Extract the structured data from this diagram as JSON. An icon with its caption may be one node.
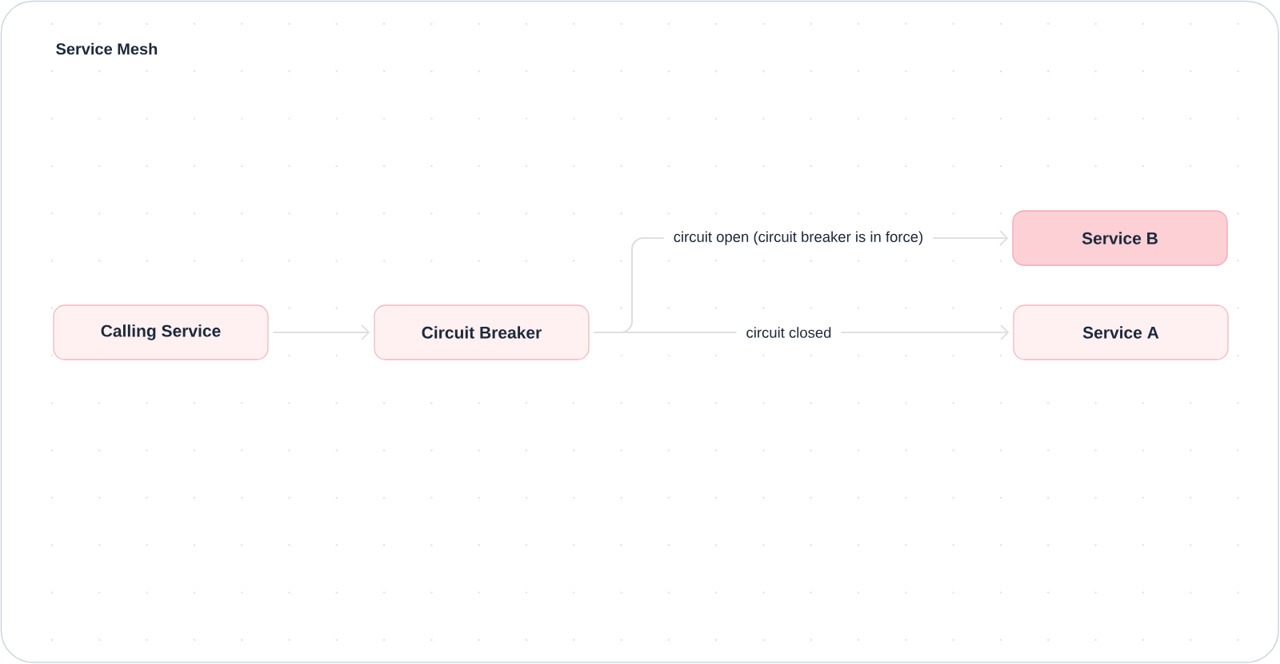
{
  "diagram": {
    "title": "Service Mesh",
    "nodes": [
      {
        "text": [
          "Calling Service"
        ]
      },
      {
        "text": [
          "Circuit Breaker"
        ]
      },
      {
        "text": [
          "Service A"
        ]
      },
      {
        "text": [
          "Service B"
        ]
      }
    ],
    "edges": [
      {
        "from": 0,
        "to": 1,
        "arrow": "to"
      },
      {
        "from": 1,
        "to": 2,
        "arrow": "to",
        "label": "circuit closed"
      },
      {
        "from": 1,
        "to": 3,
        "arrow": "to",
        "label": "circuit open (circuit breaker is in force)"
      }
    ]
  }
}
